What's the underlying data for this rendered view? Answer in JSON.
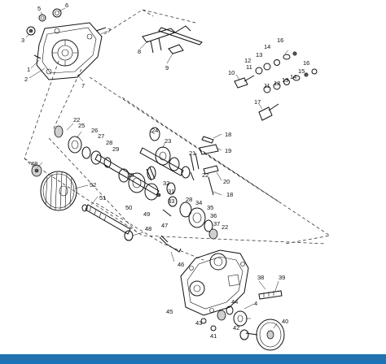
{
  "colors": {
    "bottom_bar": "#1e73b5",
    "ink": "#111111"
  },
  "labels": {
    "l1": "1",
    "l2": "2",
    "l3": "3",
    "l4": "4",
    "l5": "5",
    "l6": "6",
    "l7a": "7",
    "l7b": "7",
    "l8": "8",
    "l9": "9",
    "l10": "10",
    "l11a": "11",
    "l11b": "11",
    "l12a": "12",
    "l12b": "12",
    "l13a": "13",
    "l13b": "13",
    "l14a": "14",
    "l14b": "14",
    "l15": "15",
    "l16a": "16",
    "l16b": "16",
    "l17": "17",
    "l18a": "18",
    "l18b": "18",
    "l19": "19",
    "l20": "20",
    "l21": "21",
    "l22a": "22",
    "l22b": "22",
    "l22c": "22",
    "l23": "23",
    "l24": "24",
    "l25": "25",
    "l26": "26",
    "l27": "27",
    "l28": "28",
    "l29": "29",
    "l30": "30",
    "l31": "31",
    "l32": "32",
    "l33": "33",
    "l34": "34",
    "l35": "35",
    "l36": "36",
    "l37": "37",
    "l38": "38",
    "l39": "39",
    "l40": "40",
    "l41": "41",
    "l42": "42",
    "l43": "43",
    "l44": "44",
    "l45": "45",
    "l46": "46",
    "l47": "47",
    "l48a": "48",
    "l48b": "48",
    "l49": "49",
    "l50": "50",
    "l51": "51",
    "l52": "52"
  }
}
